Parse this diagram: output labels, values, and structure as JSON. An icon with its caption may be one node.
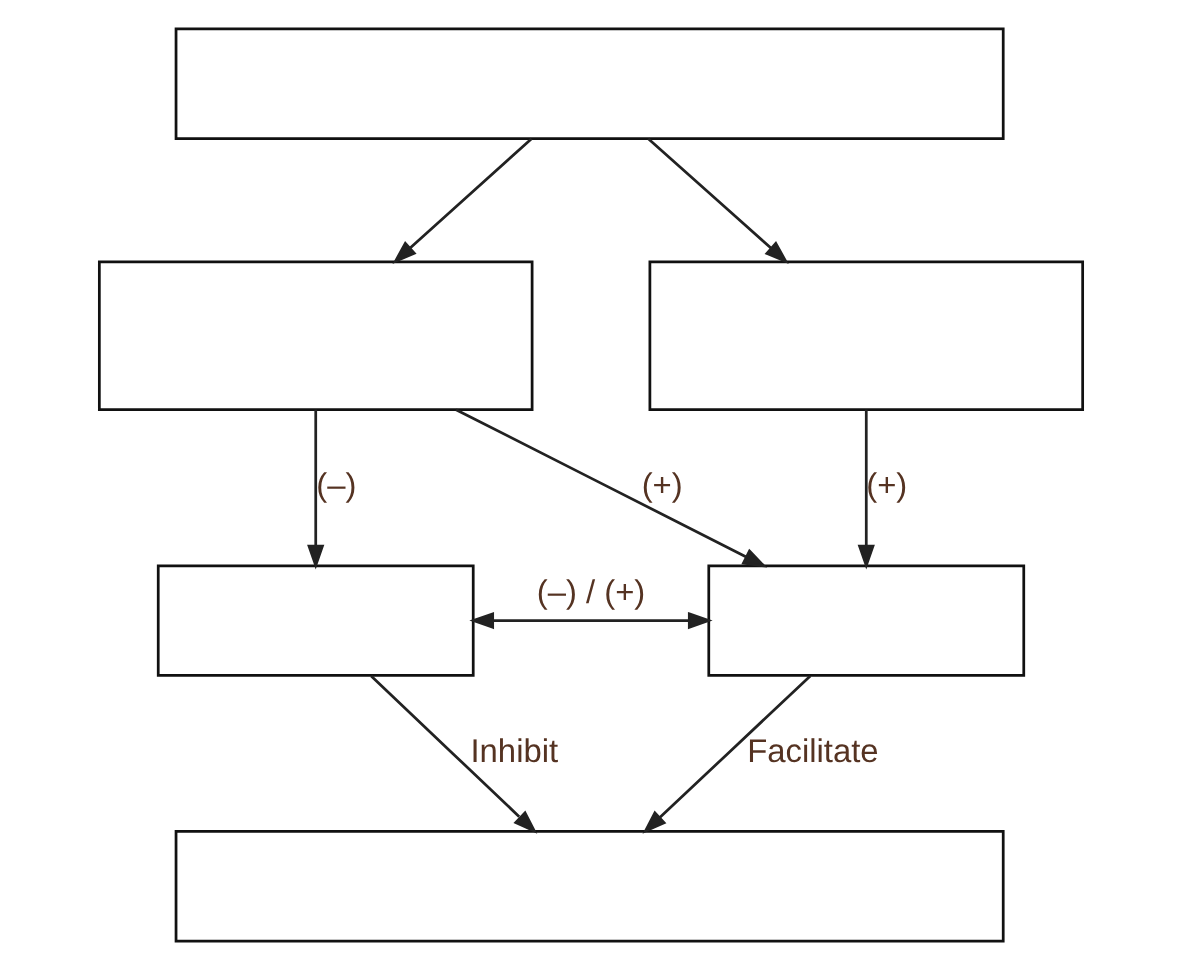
{
  "diagram": {
    "nodes": [
      {
        "text": [],
        "shape": "box"
      },
      {
        "text": [],
        "shape": "box"
      },
      {
        "text": [],
        "shape": "box"
      },
      {
        "text": [],
        "shape": "box"
      },
      {
        "text": [],
        "shape": "box"
      },
      {
        "text": [],
        "shape": "box"
      }
    ],
    "edges": [
      {
        "from": 0,
        "to": 1,
        "arrow": "to"
      },
      {
        "from": 0,
        "to": 2,
        "arrow": "to"
      },
      {
        "from": 1,
        "to": 3,
        "label": "(–)",
        "arrow": "to"
      },
      {
        "from": 1,
        "to": 4,
        "label": "(+)",
        "arrow": "to"
      },
      {
        "from": 2,
        "to": 4,
        "label": "(+)",
        "arrow": "to"
      },
      {
        "from": 3,
        "to": 4,
        "label": "(–) / (+)",
        "arrow": "both"
      },
      {
        "from": 3,
        "to": 5,
        "label": "Inhibit",
        "arrow": "to"
      },
      {
        "from": 4,
        "to": 5,
        "label": "Facilitate",
        "arrow": "to"
      }
    ]
  }
}
